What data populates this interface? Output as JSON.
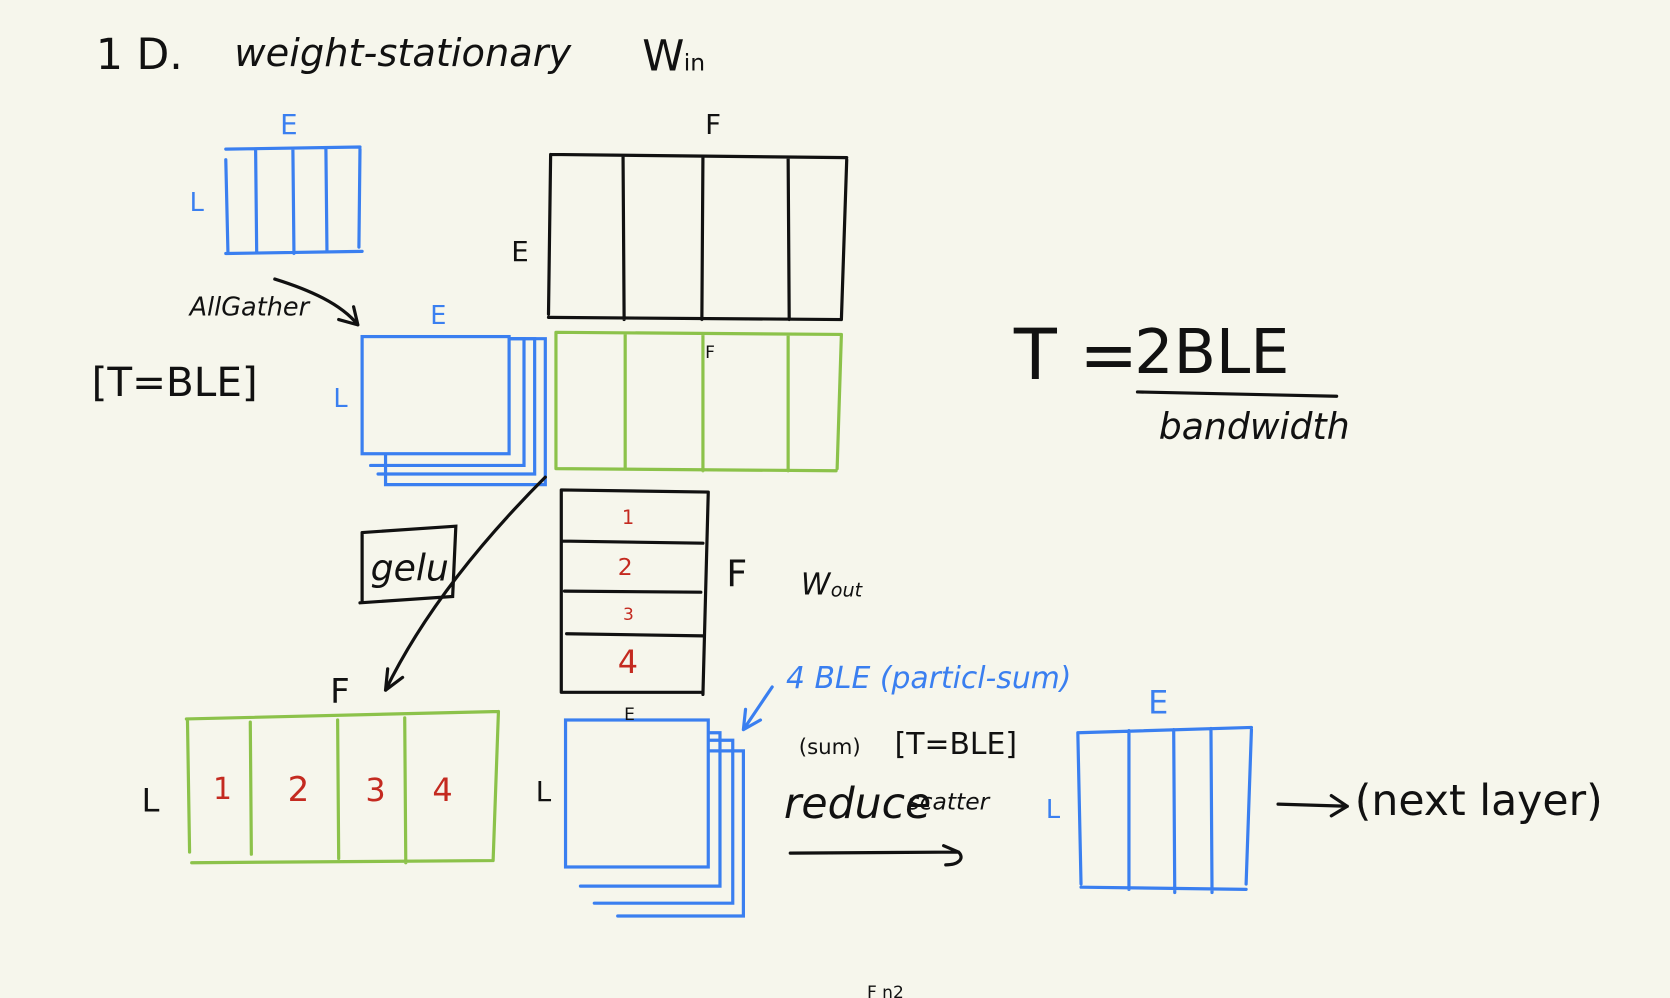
{
  "title": {
    "index": "1 D.",
    "name": "weight-stationary"
  },
  "w_in": {
    "label": "W",
    "sub": "in",
    "dim_top": "F",
    "dim_left": "E"
  },
  "input_shard": {
    "dim_top": "E",
    "dim_left": "L"
  },
  "allgather": {
    "label": "AllGather",
    "cost": "[T=BLE]"
  },
  "gathered": {
    "dim_top": "E",
    "dim_left": "L"
  },
  "intermediate": {
    "dim_top": "F"
  },
  "gelu": {
    "label": "gelu"
  },
  "w_out": {
    "label": "W",
    "sub": "out",
    "dim_right": "F",
    "rows": [
      "1",
      "2",
      "3",
      "4"
    ]
  },
  "activation": {
    "dim_top": "F",
    "dim_left": "L",
    "cols": [
      "1",
      "2",
      "3",
      "4"
    ]
  },
  "partial": {
    "dim_top": "E",
    "dim_left": "L",
    "note": "4 BLE (particl-sum)"
  },
  "reduce": {
    "sum": "(sum)",
    "cost": "[T=BLE]",
    "label": "reduce",
    "label2": "scatter"
  },
  "output": {
    "dim_top": "E",
    "dim_left": "L",
    "next": "(next layer)"
  },
  "formula": {
    "lhs": "T =",
    "numerator": "2BLE",
    "denominator": "bandwidth"
  },
  "footer": {
    "partial_label": "F n2"
  },
  "colors": {
    "ink": "#111111",
    "blue": "#3a7ff0",
    "green": "#8cc24a",
    "red": "#c42a20",
    "paper": "#f6f6ec"
  }
}
